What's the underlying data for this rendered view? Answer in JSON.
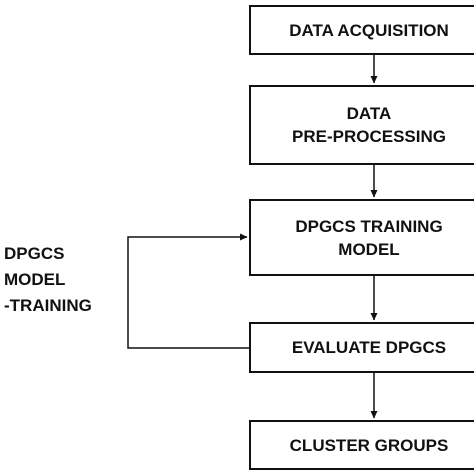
{
  "nodes": [
    {
      "id": "data-acquisition",
      "lines": [
        "DATA ACQUISITION"
      ]
    },
    {
      "id": "data-pre-processing",
      "lines": [
        "DATA",
        "PRE-PROCESSING"
      ]
    },
    {
      "id": "dpgcs-training-model",
      "lines": [
        "DPGCS TRAINING",
        "MODEL"
      ]
    },
    {
      "id": "evaluate-dpgcs",
      "lines": [
        "EVALUATE DPGCS"
      ]
    },
    {
      "id": "cluster-groups",
      "lines": [
        "CLUSTER GROUPS"
      ]
    }
  ],
  "side_label": {
    "lines": [
      "DPGCS",
      "MODEL",
      "-TRAINING"
    ]
  },
  "edges": [
    {
      "from": "data-acquisition",
      "to": "data-pre-processing"
    },
    {
      "from": "data-pre-processing",
      "to": "dpgcs-training-model"
    },
    {
      "from": "dpgcs-training-model",
      "to": "evaluate-dpgcs"
    },
    {
      "from": "evaluate-dpgcs",
      "to": "cluster-groups"
    },
    {
      "from": "evaluate-dpgcs",
      "to": "dpgcs-training-model",
      "label": "DPGCS MODEL -TRAINING"
    }
  ],
  "colors": {
    "line": "#111111",
    "box_border": "#111111",
    "background": "#ffffff"
  }
}
